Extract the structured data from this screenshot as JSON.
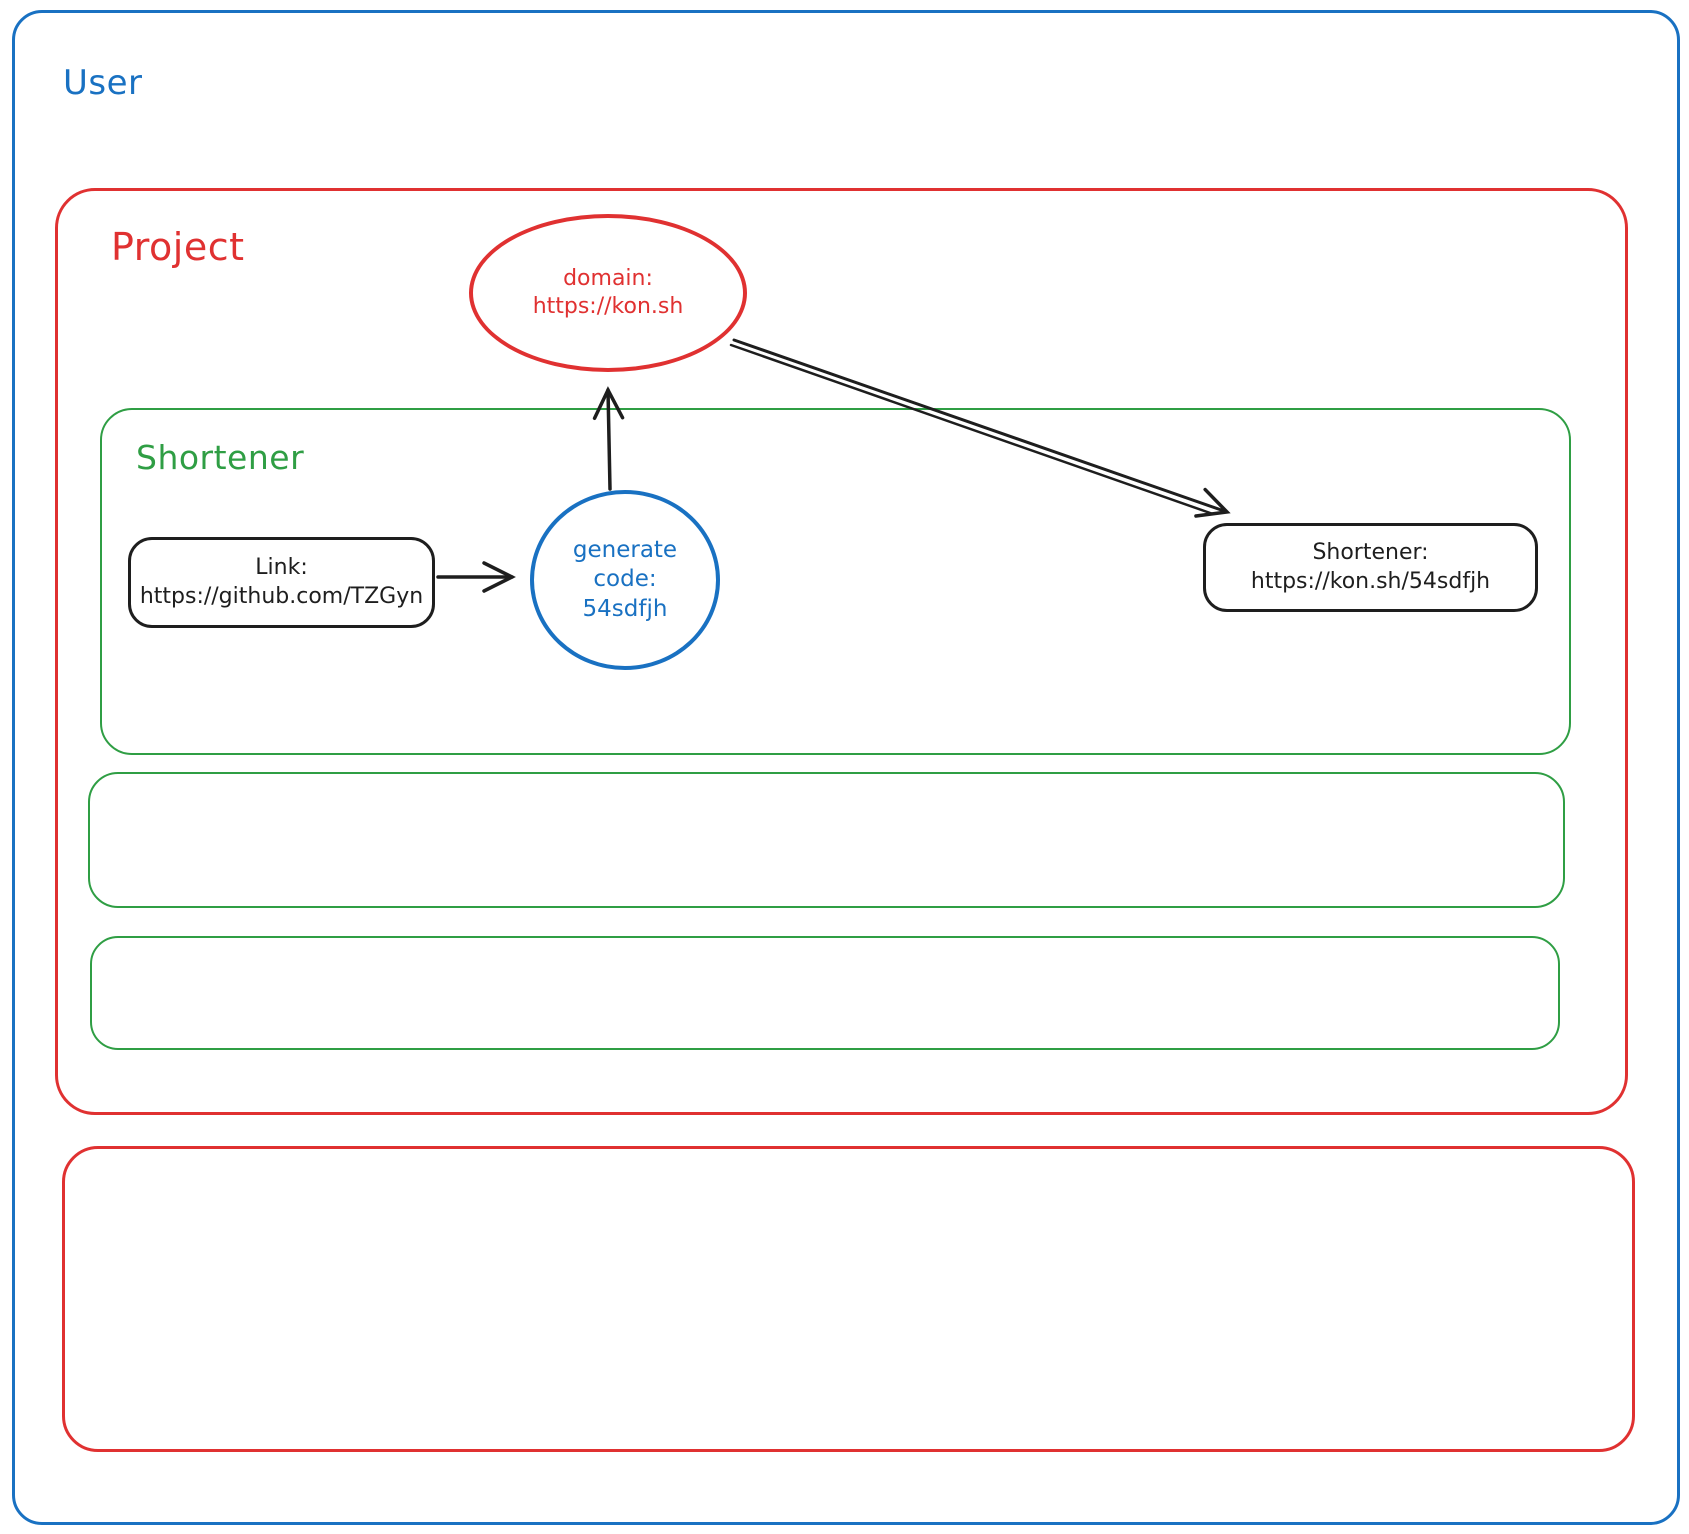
{
  "colors": {
    "blue": "#1971c2",
    "red": "#e03131",
    "green": "#2f9e44",
    "ink": "#1e1e1e",
    "background": "#ffffff"
  },
  "user": {
    "label": "User"
  },
  "project": {
    "label": "Project"
  },
  "shortener": {
    "label": "Shortener"
  },
  "nodes": {
    "domain": {
      "title": "domain:",
      "url": "https://kon.sh"
    },
    "link": {
      "title": "Link:",
      "url": "https://github.com/TZGyn"
    },
    "generate_code": {
      "line1": "generate",
      "line2": "code:",
      "line3": "54sdfjh"
    },
    "shortener_result": {
      "title": "Shortener:",
      "url": "https://kon.sh/54sdfjh"
    }
  }
}
